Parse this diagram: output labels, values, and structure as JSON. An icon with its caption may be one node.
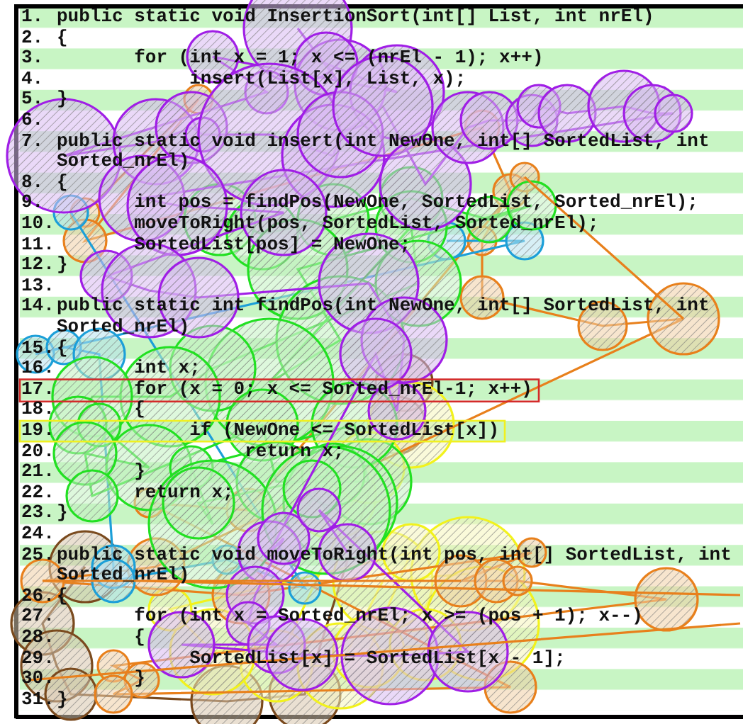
{
  "diagram": {
    "labels": [
      "1.",
      "public static void InsertionSort(int[] List, int nrEl)",
      "2.",
      "{",
      "3.",
      "for (int x = 1; x <= (nrEl - 1); x++)",
      "4.",
      "insert(List[x], List, x);",
      "5.",
      "}",
      "6.",
      "7.",
      "public static void insert(int NewOne, int[] SortedList, int Sorted_nrEl)",
      "8.",
      "{",
      "9.",
      "int pos = findPos(NewOne, SortedList, Sorted_nrEl);",
      "10.",
      "moveToRight(pos, SortedList, Sorted_nrEl);",
      "11.",
      "SortedList[pos] = NewOne;",
      "12.",
      "}",
      "13.",
      "14.",
      "public static int findPos(int NewOne, int[] SortedList, int Sorted_nrEl)",
      "15.",
      "{",
      "16.",
      "int x;",
      "17.",
      "for (x = 0; x <= Sorted_nrEl-1; x++)",
      "18.",
      "{",
      "19.",
      "if (NewOne <= SortedList[x])",
      "20.",
      "return x;",
      "21.",
      "}",
      "22.",
      "return x;",
      "23.",
      "}",
      "24.",
      "25.",
      "public static void moveToRight(int pos, int[] SortedList, int Sorted_nrEl)",
      "26.",
      "{",
      "27.",
      "for (int x = Sorted_nrEl; x >= (pos + 1); x--)",
      "28.",
      "{",
      "29.",
      "SortedList[x] = SortedList[x - 1];",
      "30.",
      "}",
      "31.",
      "}"
    ]
  }
}
